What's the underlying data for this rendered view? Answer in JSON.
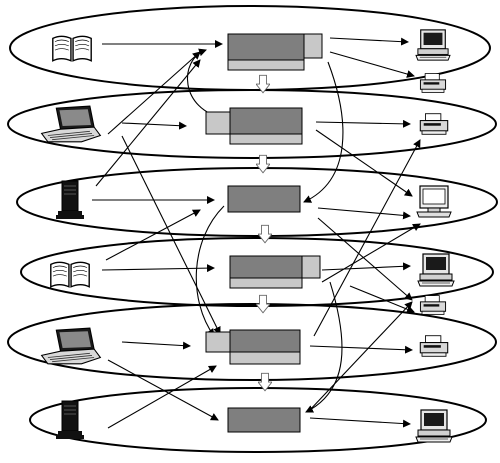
{
  "colors": {
    "background": "#ffffff",
    "ellipse_stroke": "#000000",
    "dark_box": "#7f7f7f",
    "light_box": "#c8c8c8",
    "line": "#000000",
    "device_dark": "#1a1a1a",
    "device_light": "#e6e6e6"
  },
  "layers": [
    {
      "source": "book-icon",
      "outputs": [
        "computer-icon",
        "printer-icon"
      ],
      "box": "stack-right-tab"
    },
    {
      "source": "laptop-icon",
      "outputs": [
        "printer-icon"
      ],
      "box": "stack-left-tab"
    },
    {
      "source": "server-tower-icon",
      "outputs": [
        "monitor-icon"
      ],
      "box": "single"
    },
    {
      "source": "book-icon",
      "outputs": [
        "computer-icon",
        "printer-icon"
      ],
      "box": "stack-right-tab"
    },
    {
      "source": "laptop-icon",
      "outputs": [
        "printer-icon"
      ],
      "box": "stack-left-tab"
    },
    {
      "source": "server-tower-icon",
      "outputs": [
        "computer-icon"
      ],
      "box": "single"
    }
  ]
}
